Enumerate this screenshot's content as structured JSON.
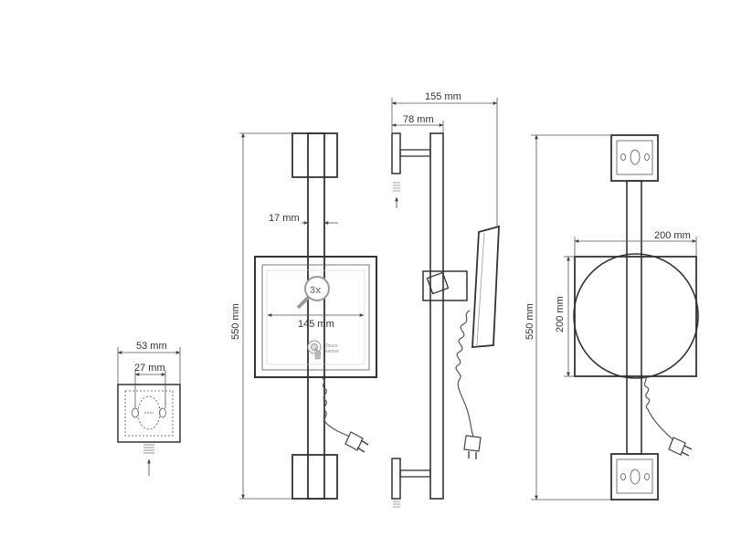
{
  "dimensions": {
    "plate_width": "53 mm",
    "plate_hole_spacing": "27 mm",
    "rail_width": "17 mm",
    "mirror_width": "145 mm",
    "total_height_front": "550 mm",
    "side_depth_total": "155 mm",
    "side_depth_rail": "78 mm",
    "back_width": "200 mm",
    "back_height": "200 mm",
    "total_height_back": "550 mm"
  },
  "mirror_panel": {
    "magnification": "3x",
    "sensor_line1": "Touch",
    "sensor_line2": "sensor"
  },
  "colors": {
    "line": "#333333",
    "light_line": "#888888",
    "panel_fill": "#f6f6f6"
  }
}
